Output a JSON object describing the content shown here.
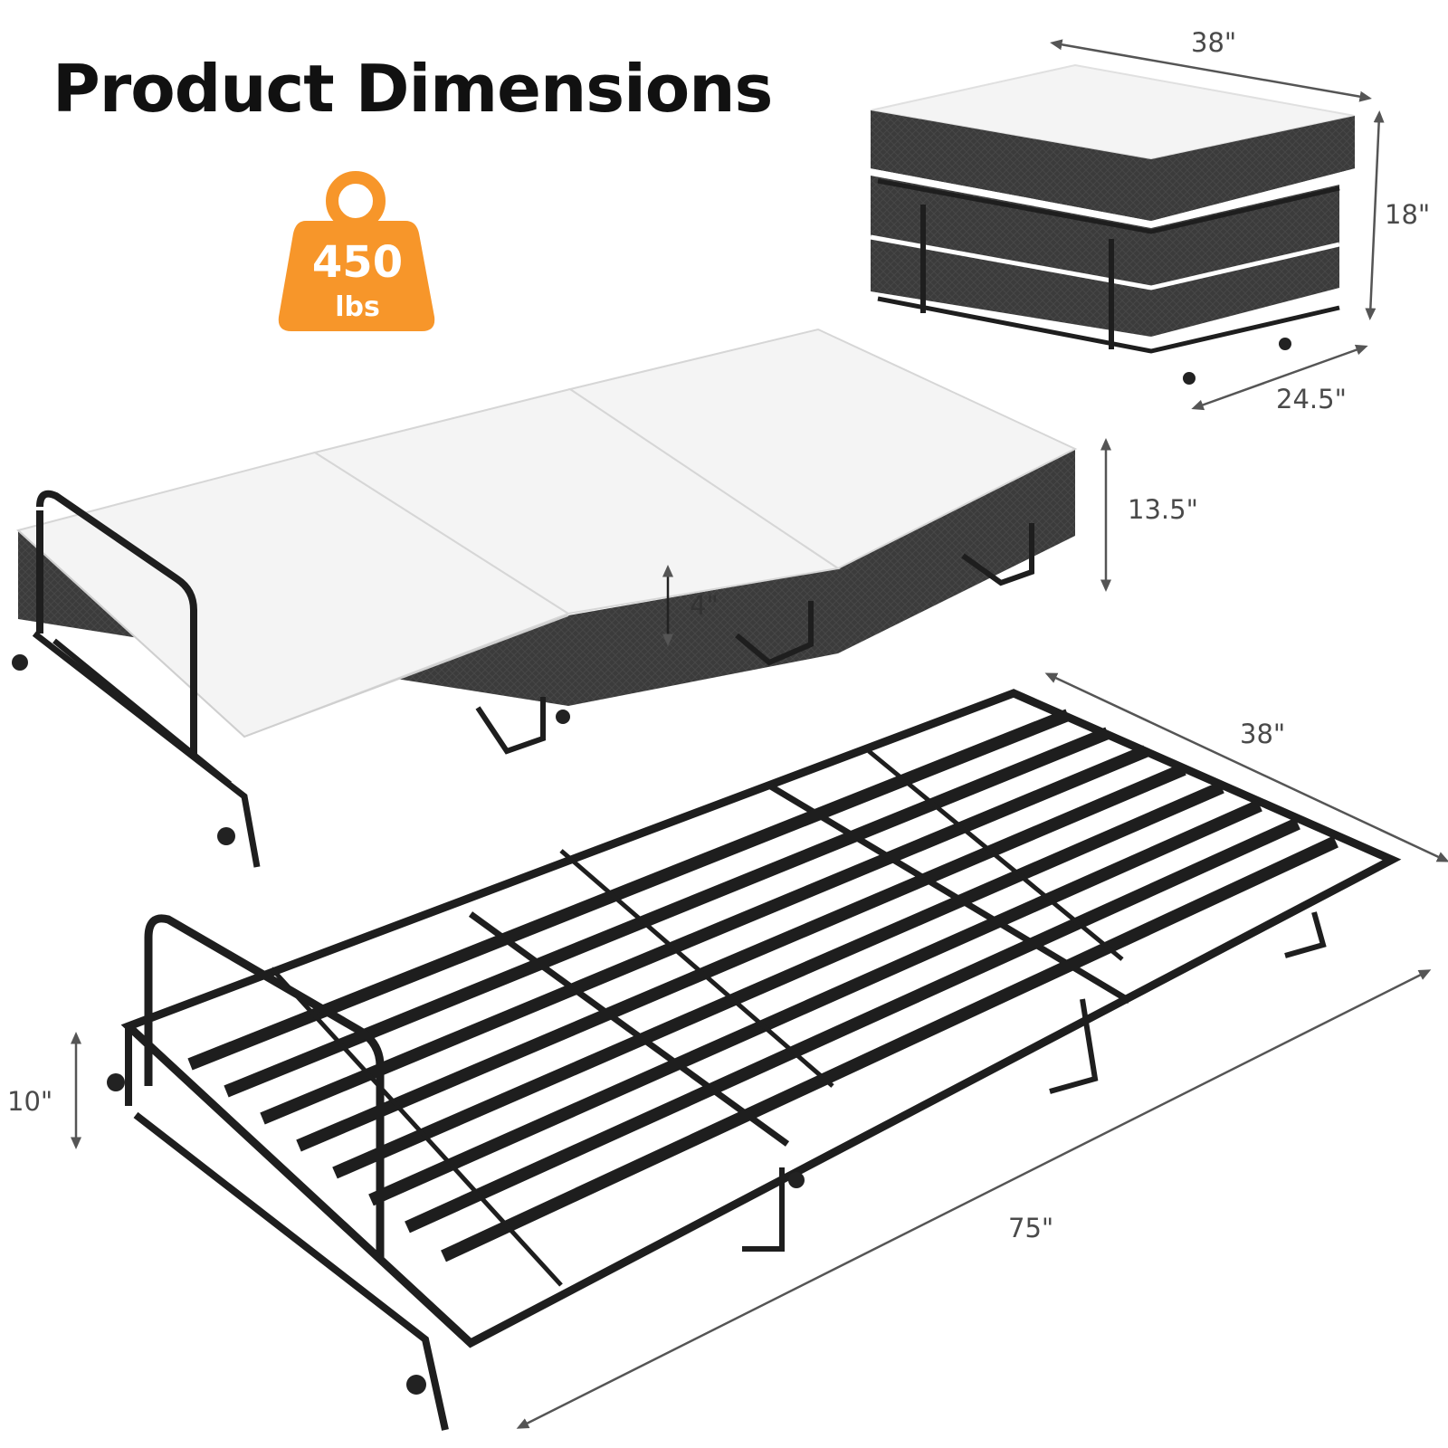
{
  "title": "Product Dimensions",
  "weight_badge": {
    "value": "450",
    "unit": "lbs",
    "color": "#F7962A"
  },
  "folded": {
    "width": "38\"",
    "height": "18\"",
    "depth": "24.5\""
  },
  "bed_with_mattress": {
    "height": "13.5\"",
    "mattress_thickness": "4\""
  },
  "frame": {
    "width": "38\"",
    "length": "75\"",
    "height": "10\""
  },
  "colors": {
    "frame": "#1e1e1e",
    "mattress_top": "#f4f4f4",
    "mattress_side": "#3b3b3b",
    "dimension_line": "#555555"
  }
}
